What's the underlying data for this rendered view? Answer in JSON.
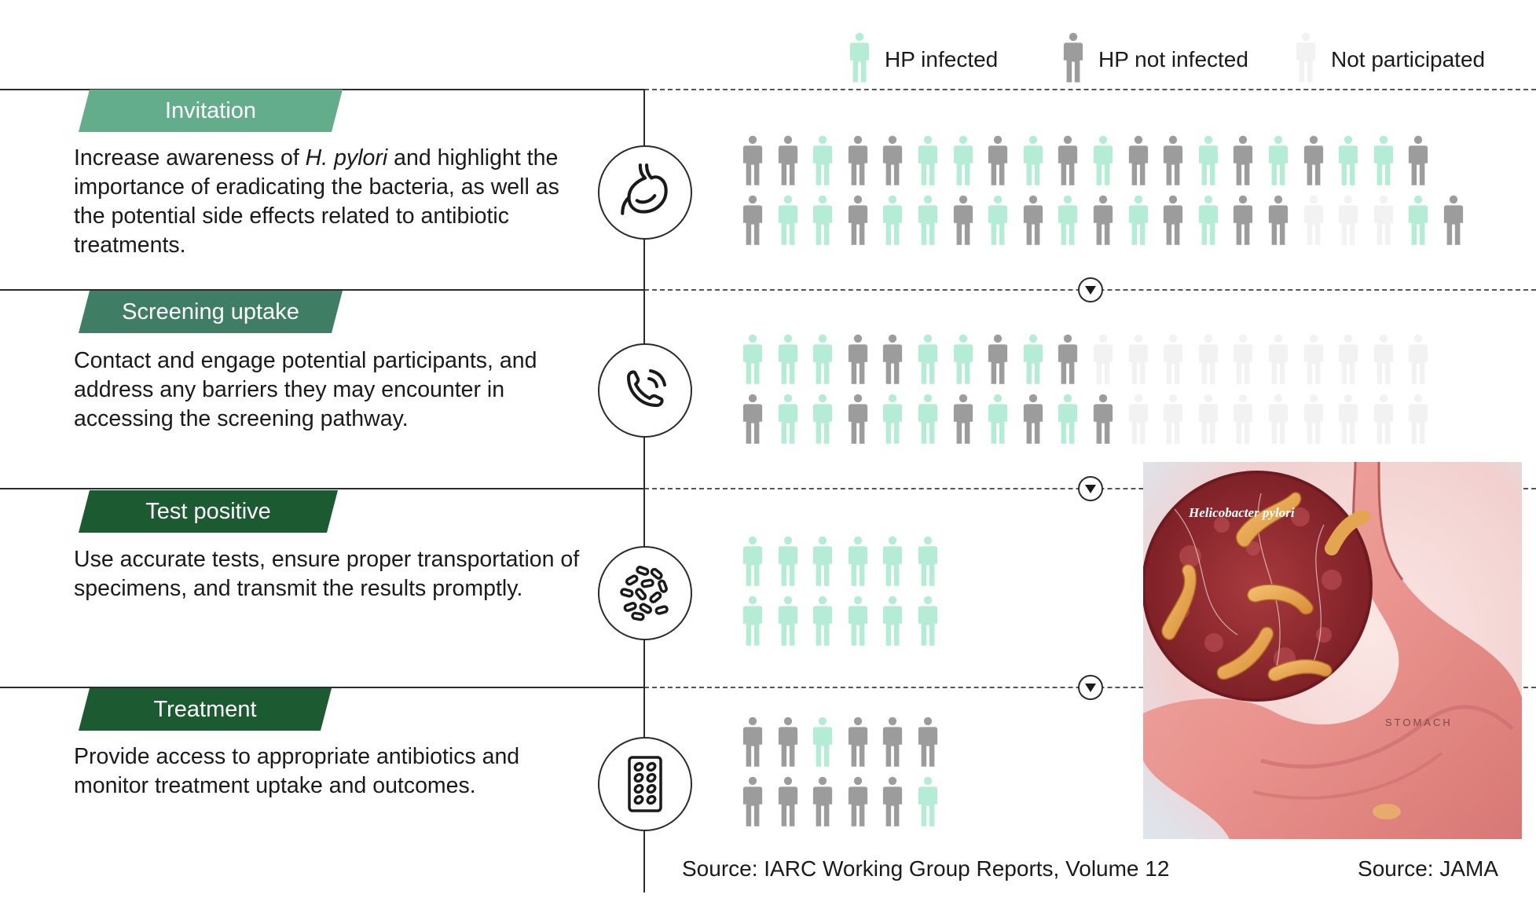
{
  "legend": [
    {
      "label": "HP infected",
      "status": "infected"
    },
    {
      "label": "HP not infected",
      "status": "not_infected"
    },
    {
      "label": "Not participated",
      "status": "not_participated"
    }
  ],
  "colors": {
    "infected": "#b4ecd6",
    "not_infected": "#9c9c9c",
    "not_participated": "#f2f2f2",
    "tag_invitation": "#63ad8d",
    "tag_screening": "#3f7e65",
    "tag_test": "#1c5a32",
    "tag_treatment": "#1c5a32"
  },
  "stages": [
    {
      "id": "invitation",
      "tag": "Invitation",
      "desc_parts": [
        "Increase awareness of ",
        "H. pylori",
        " and highlight the importance of eradicating the bacteria, as well as the potential side effects related to antibiotic treatments."
      ],
      "icon": "stomach-icon",
      "rows": [
        "NNINNIINININNININIIN",
        "NIINIINININININNOOOIN"
      ]
    },
    {
      "id": "screening",
      "tag": "Screening uptake",
      "desc": "Contact and engage potential participants, and address any barriers they may encounter in accessing the screening pathway.",
      "icon": "phone-icon",
      "rows": [
        "IIINNIININOOOOOOOOOO",
        "NIINIINININOOOOOOOOO"
      ]
    },
    {
      "id": "test",
      "tag": "Test positive",
      "desc": "Use accurate tests, ensure proper transportation of specimens, and transmit the results promptly.",
      "icon": "bacteria-icon",
      "rows": [
        "IIIIII",
        "IIIIII"
      ]
    },
    {
      "id": "treatment",
      "tag": "Treatment",
      "desc": "Provide access to appropriate antibiotics and monitor treatment uptake and outcomes.",
      "icon": "pill-blister-icon",
      "rows": [
        "NNINNN",
        "NNNNNI"
      ]
    }
  ],
  "illustration": {
    "title": "Helicobacter pylori",
    "label": "STOMACH"
  },
  "sources": {
    "left": "Source: IARC Working Group Reports, Volume 12",
    "right": "Source: JAMA"
  }
}
